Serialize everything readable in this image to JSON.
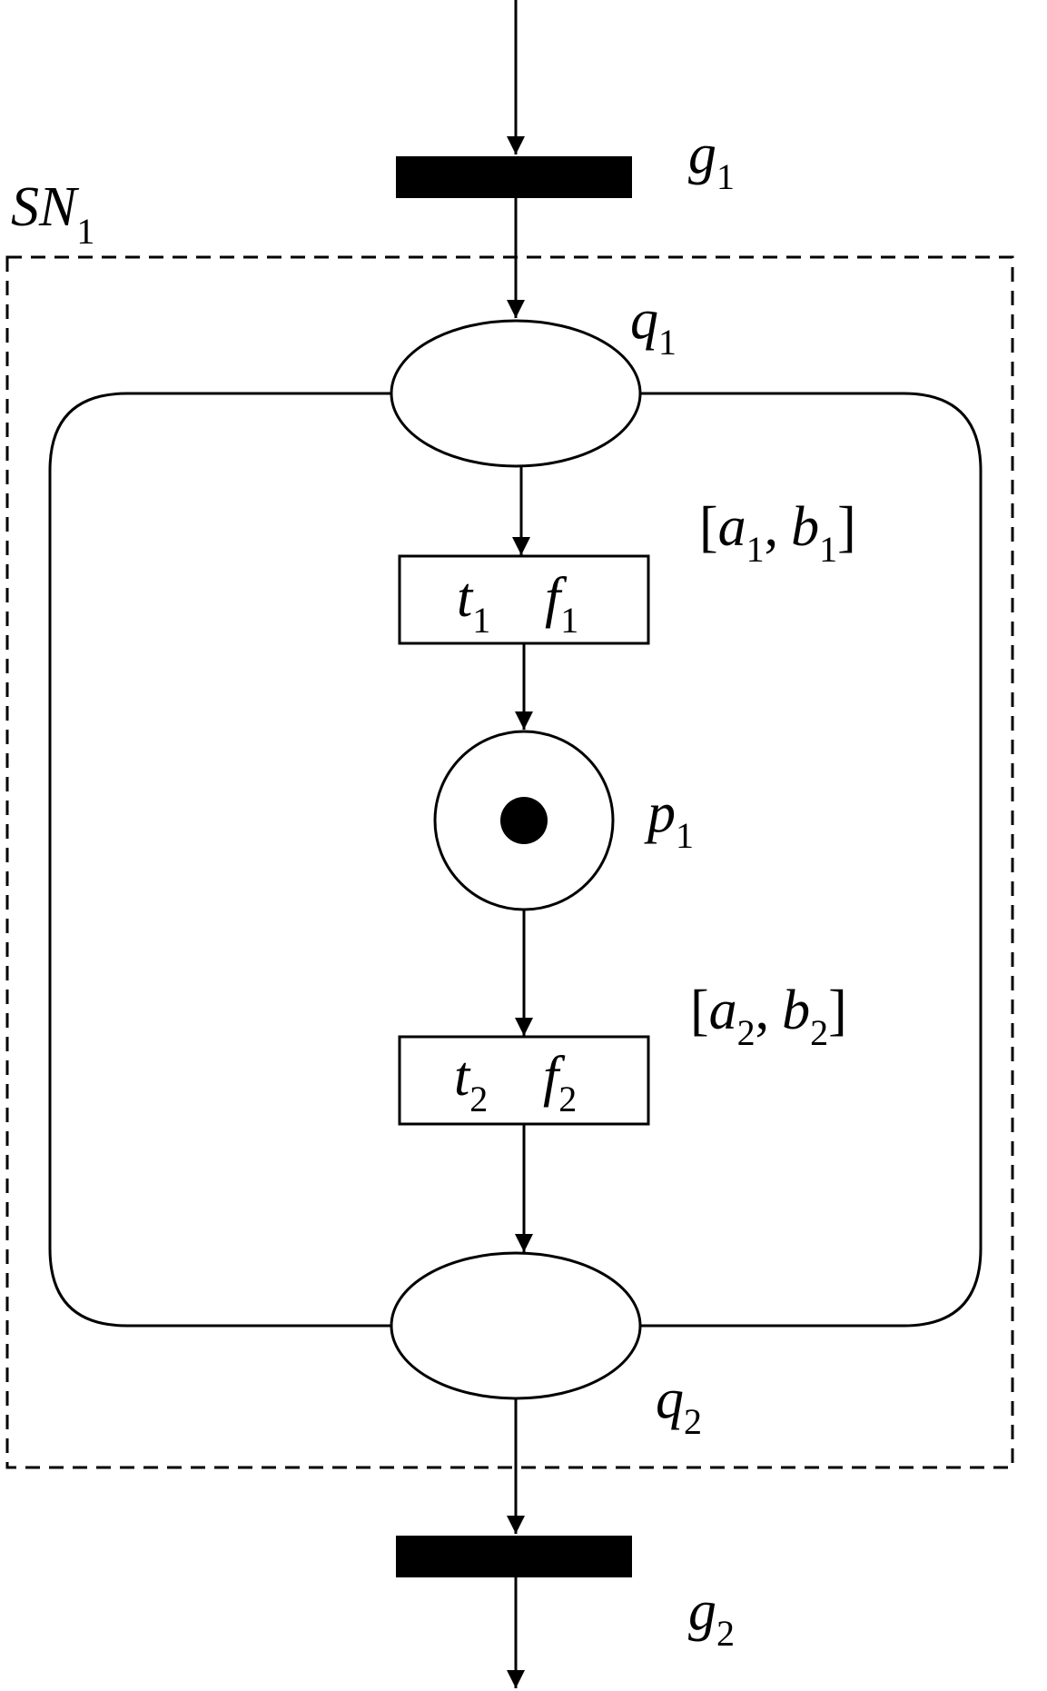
{
  "diagram": {
    "subnet": {
      "name": "SN",
      "sub": "1"
    },
    "gates": [
      {
        "id": "g1",
        "base": "g",
        "sub": "1"
      },
      {
        "id": "g2",
        "base": "g",
        "sub": "2"
      }
    ],
    "interface_places": [
      {
        "id": "q1",
        "base": "q",
        "sub": "1"
      },
      {
        "id": "q2",
        "base": "q",
        "sub": "2"
      }
    ],
    "place": {
      "id": "p1",
      "base": "p",
      "sub": "1",
      "tokens": 1
    },
    "transitions": [
      {
        "id": "t1",
        "name_base": "t",
        "name_sub": "1",
        "func_base": "f",
        "func_sub": "1",
        "interval": {
          "open": "[",
          "a": "a",
          "a_sub": "1",
          "sep": ",",
          "b": "b",
          "b_sub": "1",
          "close": "]"
        }
      },
      {
        "id": "t2",
        "name_base": "t",
        "name_sub": "2",
        "func_base": "f",
        "func_sub": "2",
        "interval": {
          "open": "[",
          "a": "a",
          "a_sub": "2",
          "sep": ",",
          "b": "b",
          "b_sub": "2",
          "close": "]"
        }
      }
    ],
    "colors": {
      "stroke": "#000000",
      "fill": "#ffffff",
      "gate_fill": "#000000"
    }
  }
}
